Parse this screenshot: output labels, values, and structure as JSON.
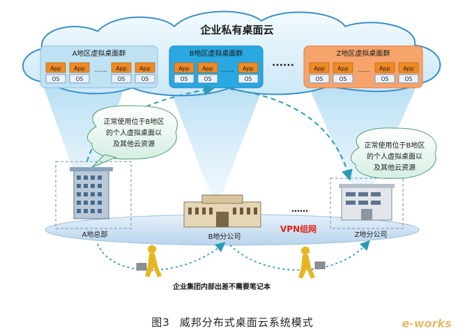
{
  "cloud": {
    "title": "企业私有桌面云",
    "groups": [
      {
        "id": "a",
        "label": "A地区虚拟桌面群",
        "color": "#bfe2f4",
        "border": "#8ac1e0"
      },
      {
        "id": "b",
        "label": "B地区虚拟桌面群",
        "color": "#29a8e2",
        "border": "#1b86bd"
      },
      {
        "id": "z",
        "label": "Z地区虚拟桌面群",
        "color": "#f6a46c",
        "border": "#e07c3a"
      }
    ],
    "app_label": "App",
    "os_label": "OS",
    "dots": "……",
    "group_dots": "······"
  },
  "bubbles": {
    "left": [
      "正常使用位于B地区",
      "的个人虚拟桌面以",
      "及其他云资源"
    ],
    "right": [
      "正常使用位于B地区",
      "的个人虚拟桌面以",
      "及其他云资源"
    ]
  },
  "sites": {
    "hq": "A地总部",
    "b": "B地分公司",
    "z": "Z地分公司",
    "between_dots": "……"
  },
  "network_label": "VPN组网",
  "travel_note": "企业集团内部出差不需要笔记本",
  "caption": {
    "figure": "图3",
    "title": "威邦分布式桌面云系统模式"
  },
  "watermark": "e-works",
  "colors": {
    "cloud_fill": "#dff2fb",
    "cloud_stroke": "#3a8fc8",
    "app_fill": "#f08a24",
    "os_fill": "#e9f1fb",
    "dashed_arrow": "#2a9bb8",
    "vpn_red": "#e2231a",
    "ellipse_fill": "#cfe3f5"
  }
}
